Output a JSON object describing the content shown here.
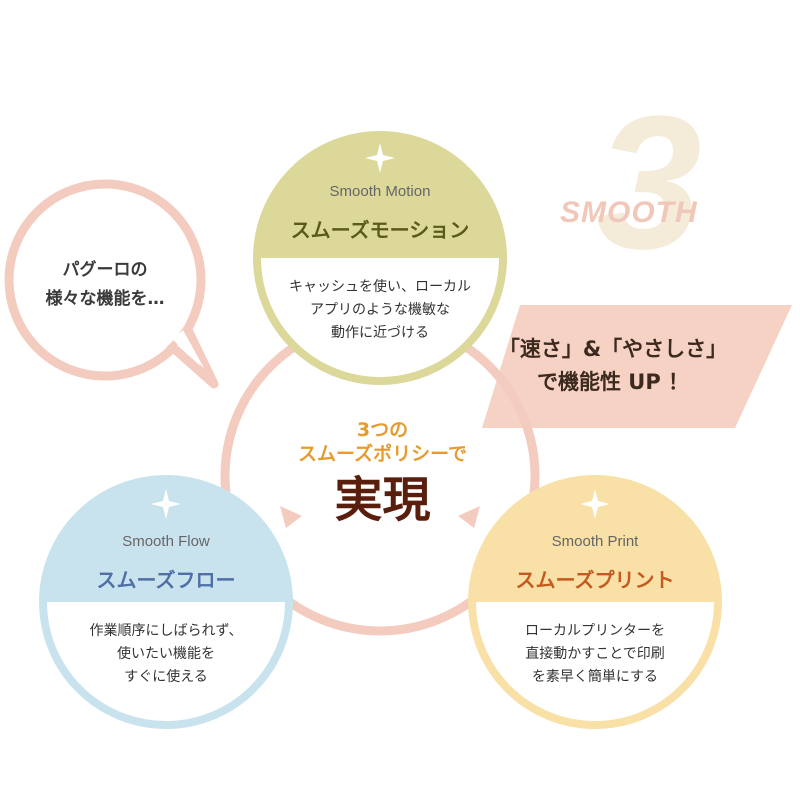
{
  "speech_bubble": {
    "lines": [
      "パグーロの",
      "様々な機能を…"
    ]
  },
  "badge": {
    "number": "3",
    "word": "SMOOTH"
  },
  "callout": {
    "lines": [
      "「速さ」&「やさしさ」",
      "で機能性 UP ！"
    ]
  },
  "center": {
    "small_lines": [
      "3つの",
      "スムーズポリシーで"
    ],
    "big": "実現"
  },
  "circles": {
    "motion": {
      "en": "Smooth Motion",
      "jp": "スムーズモーション",
      "desc": [
        "キャッシュを使い、ローカル",
        "アプリのような機敏な",
        "動作に近づける"
      ]
    },
    "flow": {
      "en": "Smooth Flow",
      "jp": "スムーズフロー",
      "desc": [
        "作業順序にしばられず、",
        "使いたい機能を",
        "すぐに使える"
      ]
    },
    "print": {
      "en": "Smooth Print",
      "jp": "スムーズプリント",
      "desc": [
        "ローカルプリンターを",
        "直接動かすことで印刷",
        "を素早く簡単にする"
      ]
    }
  },
  "colors": {
    "pink": "#f3cbbf",
    "motion": "#dcd89a",
    "motion_dark": "#5c5a1b",
    "flow": "#c9e3ee",
    "flow_dark": "#4f6fa6",
    "print": "#f8e0a6",
    "print_dark": "#c55a20",
    "center_small": "#e59b2e",
    "center_big": "#5a1e0c"
  },
  "icons": [
    "sparkle-icon",
    "speech-bubble-tail",
    "callout-ribbon"
  ]
}
